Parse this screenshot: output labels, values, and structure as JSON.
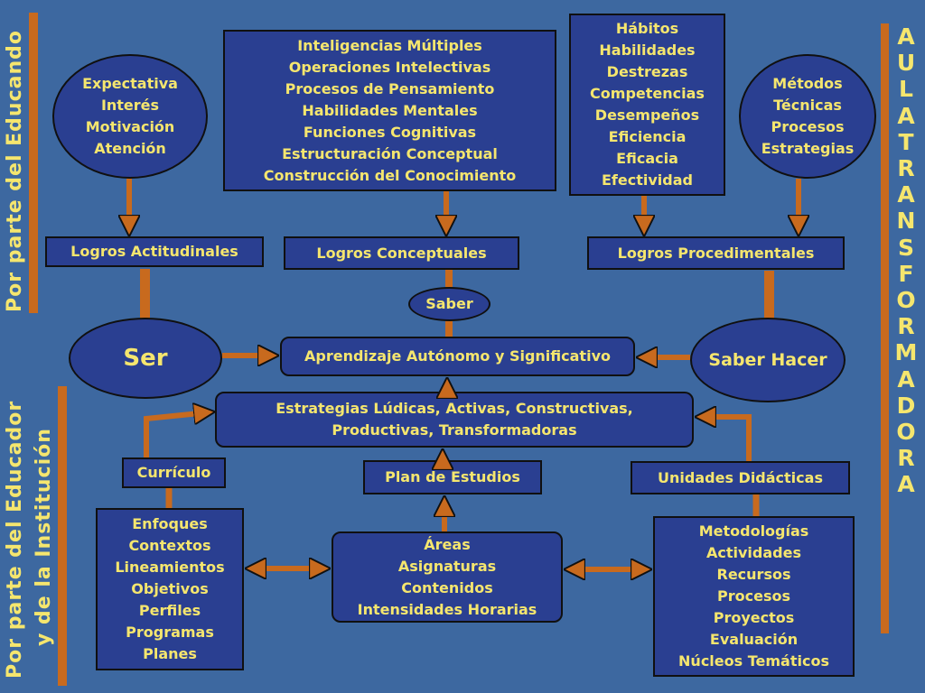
{
  "side_labels": {
    "educando": "Por parte del Educando",
    "educador_line1": "Por parte del Educador",
    "educador_line2": "y de la Institución",
    "vertical_word": [
      "A",
      "U",
      "L",
      "A",
      "T",
      "R",
      "A",
      "N",
      "S",
      "F",
      "O",
      "R",
      "M",
      "A",
      "D",
      "O",
      "R",
      "A"
    ]
  },
  "top_row": {
    "expectativa": [
      "Expectativa",
      "Interés",
      "Motivación",
      "Atención"
    ],
    "inteligencias": [
      "Inteligencias Múltiples",
      "Operaciones Intelectivas",
      "Procesos de Pensamiento",
      "Habilidades Mentales",
      "Funciones Cognitivas",
      "Estructuración Conceptual",
      "Construcción del Conocimiento"
    ],
    "habitos": [
      "Hábitos",
      "Habilidades",
      "Destrezas",
      "Competencias",
      "Desempeños",
      "Eficiencia",
      "Eficacia",
      "Efectividad"
    ],
    "metodos": [
      "Métodos",
      "Técnicas",
      "Procesos",
      "Estrategias"
    ]
  },
  "logros": {
    "actitudinales": "Logros Actitudinales",
    "conceptuales": "Logros Conceptuales",
    "procedimentales": "Logros Procedimentales"
  },
  "center": {
    "saber": "Saber",
    "ser": "Ser",
    "saber_hacer": "Saber Hacer",
    "aprendizaje": "Aprendizaje Autónomo y Significativo",
    "estrategias": [
      "Estrategias Lúdicas,  Activas,  Constructivas,",
      "Productivas,  Transformadoras"
    ]
  },
  "bottom": {
    "curriculo": "Currículo",
    "plan": "Plan de Estudios",
    "unidades": "Unidades Didácticas",
    "enfoques": [
      "Enfoques",
      "Contextos",
      "Lineamientos",
      "Objetivos",
      "Perfiles",
      "Programas",
      "Planes"
    ],
    "areas": [
      "Áreas",
      "Asignaturas",
      "Contenidos",
      "Intensidades Horarias"
    ],
    "metodologias": [
      "Metodologías",
      "Actividades",
      "Recursos",
      "Procesos",
      "Proyectos",
      "Evaluación",
      "Núcleos Temáticos"
    ]
  },
  "colors": {
    "background": "#3d68a0",
    "box_fill": "#2a3f91",
    "text": "#f5e66e",
    "arrow": "#c86a1e",
    "border": "#101010"
  }
}
